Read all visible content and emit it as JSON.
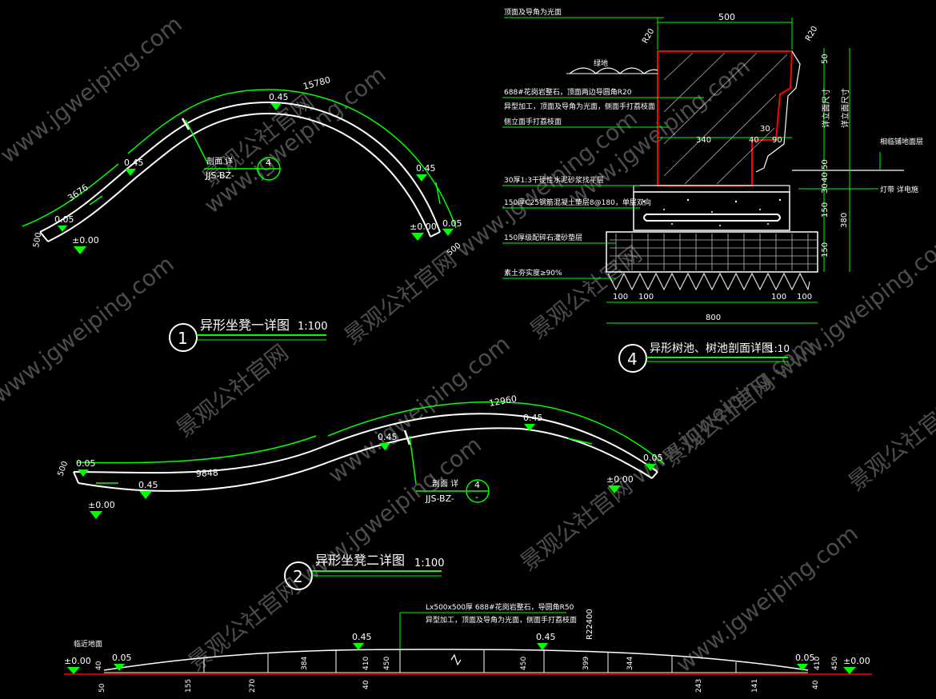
{
  "colors": {
    "background": "#000000",
    "green": "#00ff00",
    "white": "#ffffff",
    "red": "#ff0000",
    "yellow": "#ffff00",
    "watermark": "#5a5a5a"
  },
  "watermarks": [
    "www.jgweiping.com",
    "景观公社官网",
    "景观公社官网 www.jgweiping.com"
  ],
  "detail1": {
    "num": "1",
    "title": "异形坐凳一详图",
    "scale": "1:100",
    "arc_length_top": "15780",
    "arc_length_left": "3676",
    "width": "500",
    "width_end": "500",
    "elev_left_top": "0.05",
    "elev_left_base": "±0.00",
    "elev_mid_left": "0.45",
    "elev_top": "0.45",
    "elev_right": "0.45",
    "elev_right_top": "0.05",
    "elev_right_base": "±0.00",
    "section_label": "剖面 详",
    "section_ref": "JJS-BZ-",
    "section_num": "4",
    "section_sheet": "-"
  },
  "detail2": {
    "num": "2",
    "title": "异形坐凳二详图",
    "scale": "1:100",
    "arc_length_top": "12960",
    "arc_length_inner": "9848",
    "width": "500",
    "elev_left": "0.05",
    "elev_left_base": "±0.00",
    "elev_inner": "0.45",
    "elev_mid": "0.45",
    "elev_peak": "0.45",
    "elev_right": "0.05",
    "elev_right_base": "±0.00",
    "section_label": "剖面 详",
    "section_ref": "JJS-BZ-",
    "section_num": "4",
    "section_sheet": "-"
  },
  "detail4": {
    "num": "4",
    "title": "异形树池、树池剖面详图",
    "scale": "1:10",
    "notes": [
      "顶面及导角为光面",
      "绿地",
      "688#花岗岩整石，顶面两边导圆角R20",
      "异型加工，顶面及导角为光面，侧面手打荔枝面",
      "侧立面手打荔枝面",
      "30厚1:3干硬性水泥砂浆找平层",
      "150厚C25钢筋混凝土垫层8@180，单层双向",
      "150厚级配碎石灌砂垫层",
      "素土夯实度≥90%"
    ],
    "right_notes": [
      "相临铺地面层",
      "灯带 详电施"
    ],
    "dims_top": [
      "500",
      "R20",
      "R20"
    ],
    "dims_mid": [
      "340",
      "40",
      "90",
      "30"
    ],
    "dims_right": [
      "50",
      "50",
      "40",
      "30",
      "150",
      "150",
      "380"
    ],
    "dims_vert_labels": [
      "详立面尺寸",
      "详立面尺寸"
    ],
    "dims_bottom": [
      "100",
      "100",
      "100",
      "100",
      "800"
    ]
  },
  "elevation": {
    "note1": "Lx500x500厚 688#花岗岩整石，导圆角R50",
    "note2": "异型加工，顶面及导角为光面，侧面手打荔枝面",
    "left_label": "临近地面",
    "radius": "R22400",
    "elevations": [
      "±0.00",
      "0.05",
      "0.45",
      "0.45",
      "0.05",
      "±0.00"
    ],
    "heights": [
      "40",
      "384",
      "410",
      "450",
      "450",
      "399",
      "344",
      "410",
      "450"
    ],
    "bottom_dims": [
      "50",
      "155",
      "270",
      "40",
      "243",
      "141",
      "40"
    ]
  }
}
